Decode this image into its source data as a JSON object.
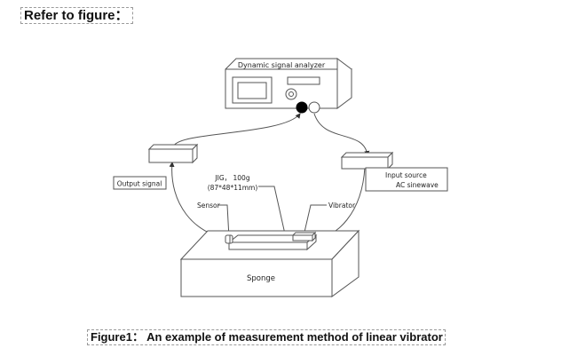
{
  "heading": "Refer to figure：",
  "caption": "Figure1： An example of measurement method of linear vibrator",
  "diagram": {
    "analyzer_label": "Dynamic signal analyzer",
    "output_label": "Output signal",
    "input_label_line1": "Input source",
    "input_label_line2": "AC sinewave",
    "jig_label_line1": "JIG， 100g",
    "jig_label_line2": "(87*48*11mm)",
    "sensor_label": "Sensor",
    "vibrator_label": "Vibrator",
    "sponge_label": "Sponge"
  },
  "colors": {
    "line": "#555555",
    "port_filled": "#000000"
  }
}
